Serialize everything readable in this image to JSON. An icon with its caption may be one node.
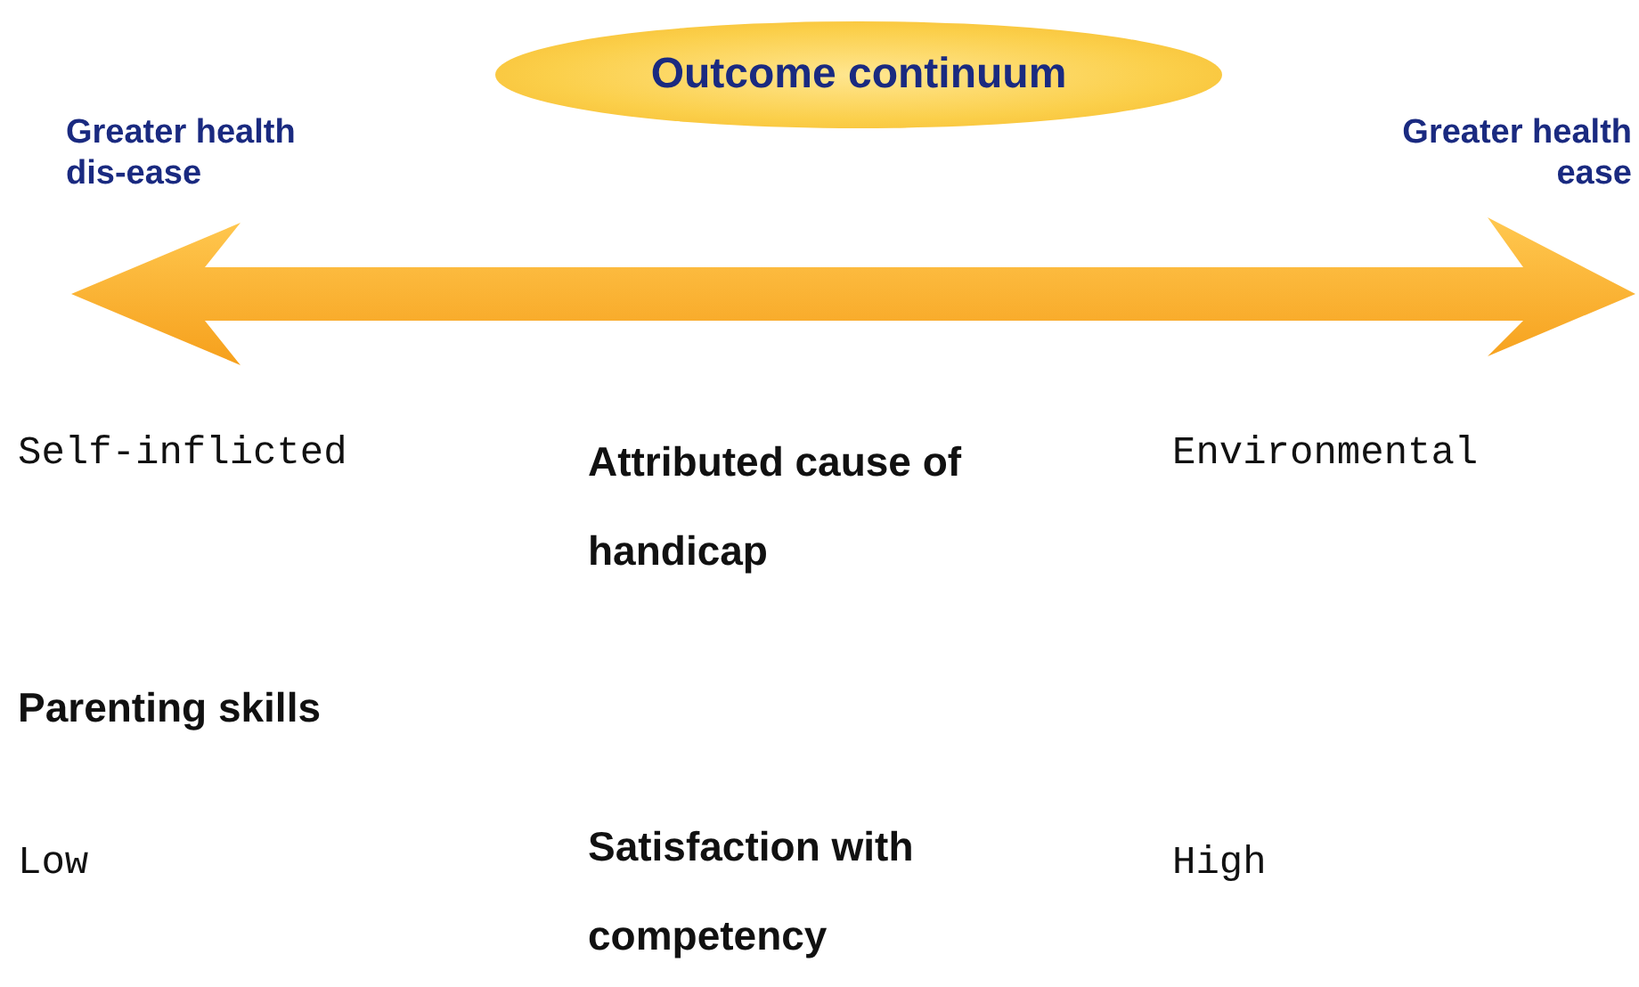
{
  "diagram": {
    "nodes": [
      {
        "text": [
          "Outcome continuum"
        ]
      }
    ],
    "labels": [
      "Greater health dis-ease",
      "Greater health ease",
      "Self-inflicted",
      "Attributed cause of handicap",
      "Environmental",
      "Parenting skills",
      "Low",
      "Satisfaction with competency",
      "High"
    ]
  }
}
